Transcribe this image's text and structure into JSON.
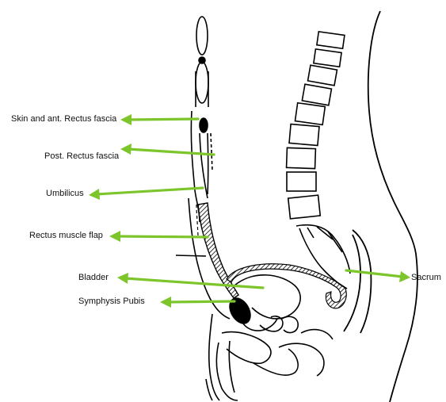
{
  "labels": {
    "skin_fascia": "Skin and ant. Rectus fascia",
    "post_fascia": "Post. Rectus fascia",
    "umbilicus": "Umbilicus",
    "rectus_flap": "Rectus muscle flap",
    "bladder": "Bladder",
    "symphysis": "Symphysis Pubis",
    "sacrum": "Sacrum"
  },
  "colors": {
    "arrow": "#7cc52a",
    "outline": "#000000",
    "background": "#ffffff"
  }
}
